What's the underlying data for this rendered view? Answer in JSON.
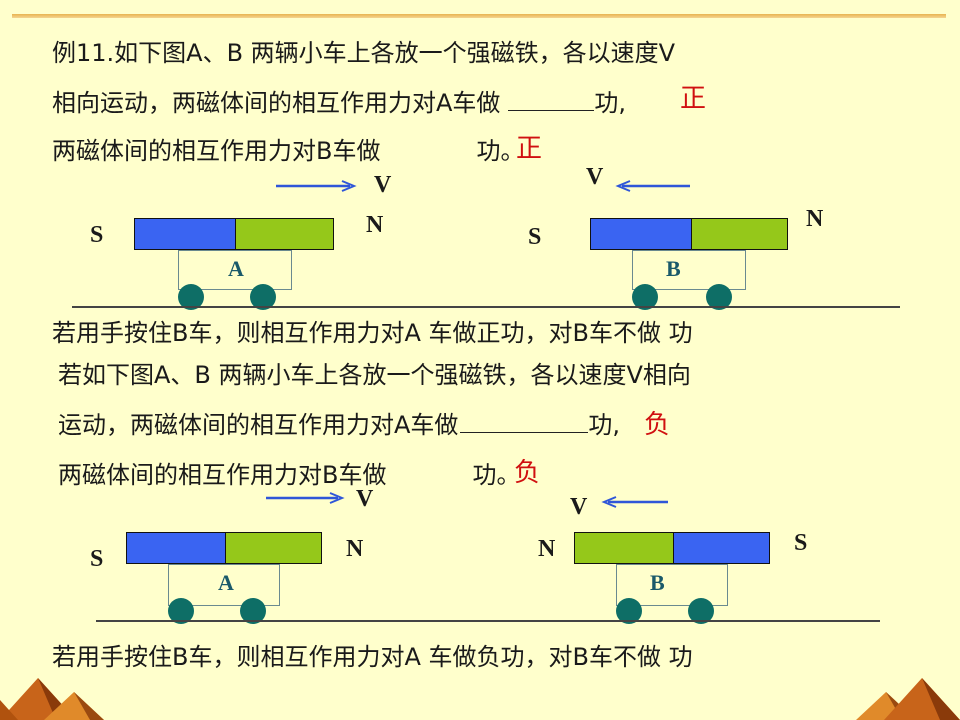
{
  "example1": {
    "line1": "例11.如下图A、B 两辆小车上各放一个强磁铁，各以速度V",
    "line2_before": "相向运动，两磁体间的相互作用力对A车做",
    "line2_after": "功,",
    "line3_before": "两磁体间的相互作用力对B车做",
    "line3_after": "功。",
    "answer_a": "正",
    "answer_b": "正",
    "velocity": "V",
    "cart_a": {
      "label": "A",
      "left_pole": "S",
      "right_pole": "N"
    },
    "cart_b": {
      "label": "B",
      "left_pole": "S",
      "right_pole": "N"
    },
    "conclusion": "若用手按住B车，则相互作用力对A 车做正功，对B车不做 功"
  },
  "example2": {
    "line1": "若如下图A、B 两辆小车上各放一个强磁铁，各以速度V相向",
    "line2_before": "运动，两磁体间的相互作用力对A车做",
    "line2_after": "功,",
    "line3_before": "两磁体间的相互作用力对B车做",
    "line3_after": "功。",
    "answer_a": "负",
    "answer_b": "负",
    "velocity": "V",
    "cart_a": {
      "label": "A",
      "left_pole": "S",
      "right_pole": "N"
    },
    "cart_b": {
      "label": "B",
      "left_pole": "N",
      "right_pole": "S"
    },
    "conclusion": "若用手按住B车，则相互作用力对A 车做负功，对B车不做 功"
  },
  "colors": {
    "background": "#FFFFCC",
    "magnet_blue": "#3A64F2",
    "magnet_green": "#95C81A",
    "answer_red": "#D01010",
    "wheel": "#0E6E66",
    "arrow": "#2F56D8"
  }
}
